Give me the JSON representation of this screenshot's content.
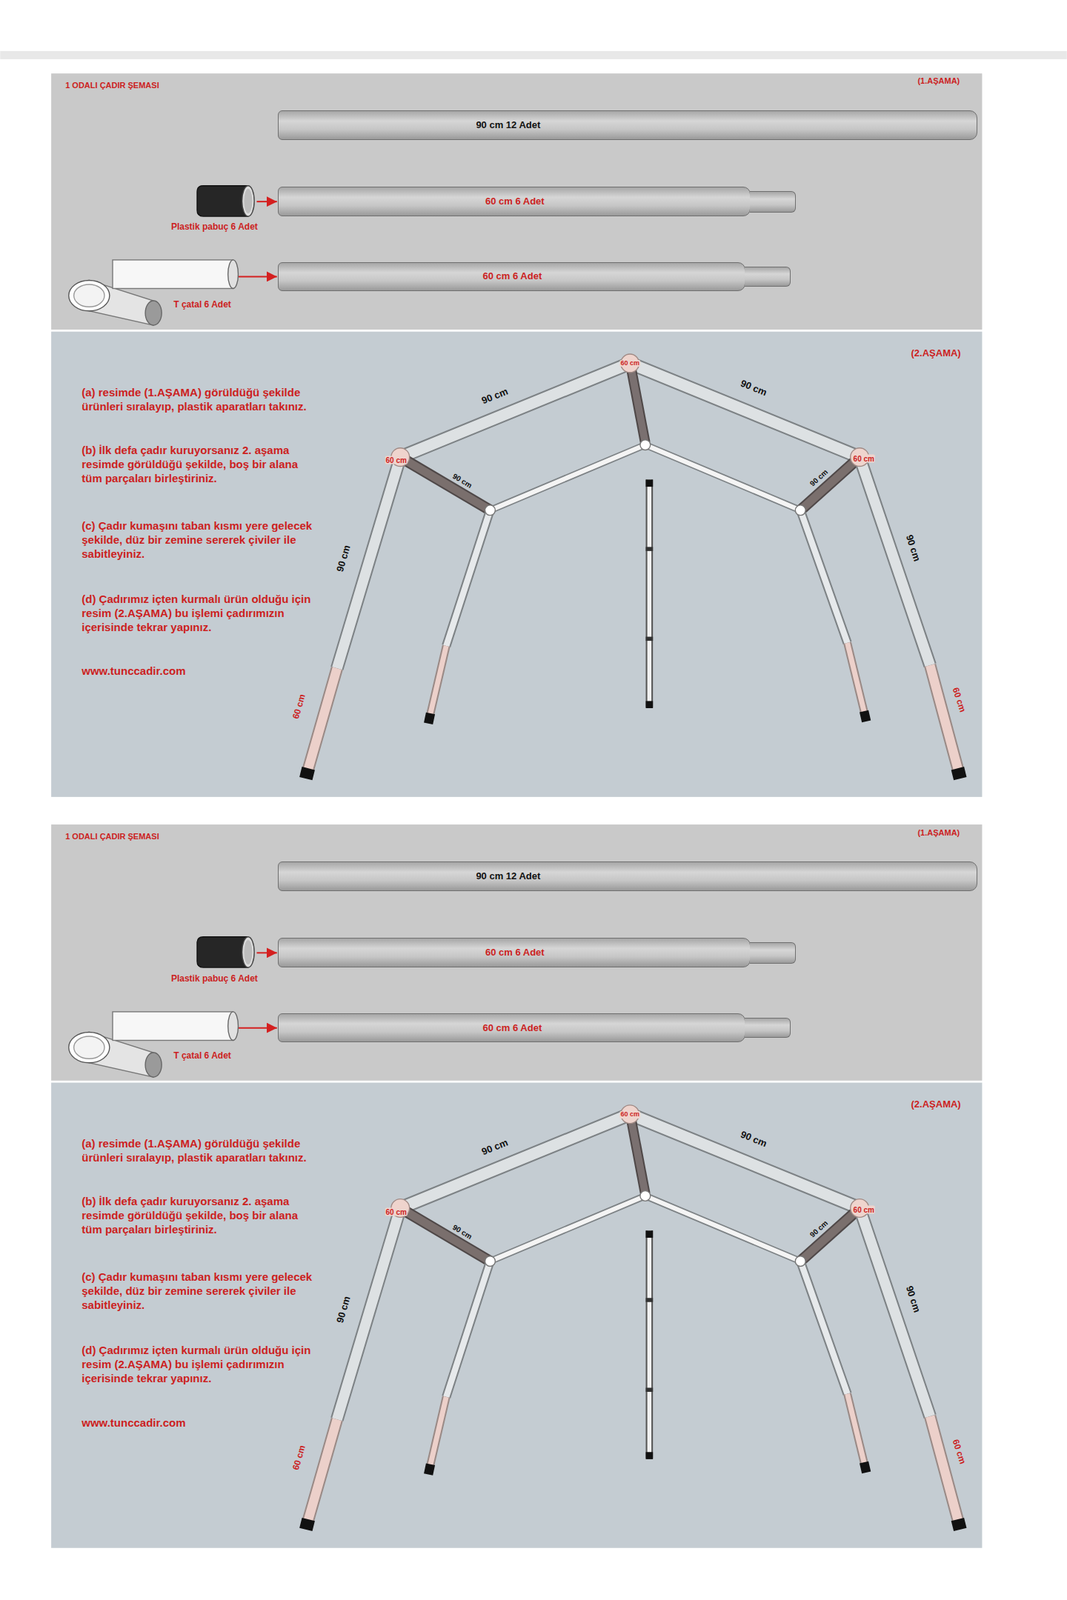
{
  "diagram": {
    "nodes": [
      {
        "text": [
          "90 cm 12 Adet"
        ]
      },
      {
        "text": [
          "Plastik pabuç 6 Adet"
        ]
      },
      {
        "text": [
          "60 cm 6 Adet"
        ]
      },
      {
        "text": [
          "T çatal 6 Adet"
        ]
      },
      {
        "text": [
          "60 cm 6 Adet"
        ]
      },
      {
        "text": [
          "90 cm 12 Adet"
        ]
      },
      {
        "text": [
          "Plastik pabuç 6 Adet"
        ]
      },
      {
        "text": [
          "60 cm 6 Adet"
        ]
      },
      {
        "text": [
          "T çatal 6 Adet"
        ]
      },
      {
        "text": [
          "60 cm 6 Adet"
        ]
      }
    ],
    "edges": [
      {
        "from": 1,
        "to": 2,
        "arrow": "to"
      },
      {
        "from": 3,
        "to": 4,
        "arrow": "to"
      },
      {
        "from": 6,
        "to": 7,
        "arrow": "to"
      },
      {
        "from": 8,
        "to": 9,
        "arrow": "to"
      }
    ],
    "labels": [
      "1 ODALI ÇADIR ŞEMASI",
      "(1.AŞAMA)",
      "(2.AŞAMA)",
      "(a) resimde (1.AŞAMA) görüldüğü şekilde ürünleri sıralayıp, plastik aparatları takınız.",
      "(b) İlk defa çadır kuruyorsanız 2. aşama resimde görüldüğü şekilde, boş bir alana tüm parçaları birleştiriniz.",
      "(c) Çadır kumaşını taban kısmı yere gelecek şekilde, düz bir zemine sererek çiviler ile sabitleyiniz.",
      "(d) Çadırımız içten kurmalı ürün olduğu için resim (2.AŞAMA) bu işlemi çadırımızın içerisinde tekrar yapınız.",
      "www.tunccadir.com",
      "90 cm",
      "60 cm",
      "90 cm",
      "60 cm",
      "60 cm",
      "90 cm",
      "90 cm",
      "90 cm",
      "90 cm",
      "60 cm",
      "60 cm",
      "1 ODALI ÇADIR ŞEMASI",
      "(1.AŞAMA)",
      "(2.AŞAMA)",
      "(a) resimde (1.AŞAMA) görüldüğü şekilde ürünleri sıralayıp, plastik aparatları takınız.",
      "(b) İlk defa çadır kuruyorsanız 2. aşama resimde görüldüğü şekilde, boş bir alana tüm parçaları birleştiriniz.",
      "(c) Çadır kumaşını taban kısmı yere gelecek şekilde, düz bir zemine sererek çiviler ile sabitleyiniz.",
      "(d) Çadırımız içten kurmalı ürün olduğu için resim (2.AŞAMA) bu işlemi çadırımızın içerisinde tekrar yapınız.",
      "www.tunccadir.com",
      "90 cm",
      "60 cm",
      "90 cm",
      "60 cm",
      "60 cm",
      "90 cm",
      "90 cm",
      "90 cm",
      "90 cm",
      "60 cm",
      "60 cm"
    ]
  }
}
